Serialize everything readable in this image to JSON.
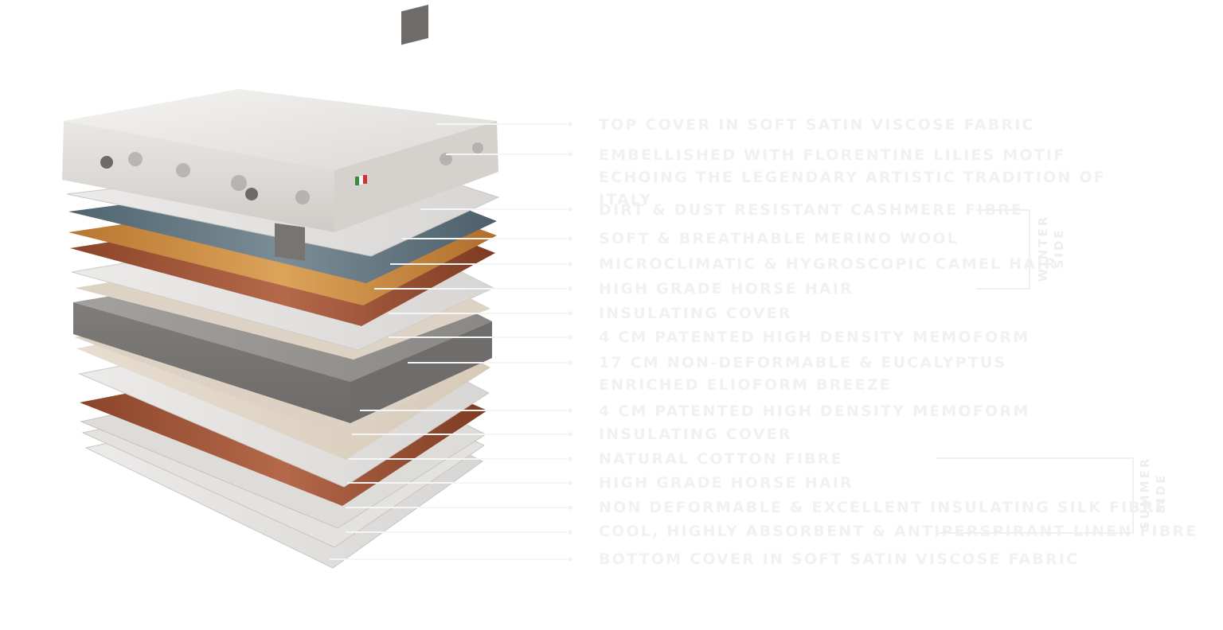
{
  "layers": [
    {
      "label": "TOP COVER IN SOFT SATIN VISCOSE FABRIC"
    },
    {
      "label": "EMBELLISHED WITH FLORENTINE LILIES MOTIF ECHOING THE LEGENDARY ARTISTIC TRADITION OF ITALY"
    },
    {
      "label": "DIRT & DUST RESISTANT CASHMERE FIBRE"
    },
    {
      "label": "SOFT & BREATHABLE MERINO WOOL"
    },
    {
      "label": "MICROCLIMATIC & HYGROSCOPIC CAMEL HAIR"
    },
    {
      "label": "HIGH GRADE HORSE HAIR"
    },
    {
      "label": "INSULATING COVER"
    },
    {
      "label": "4 CM PATENTED HIGH DENSITY MEMOFORM"
    },
    {
      "label": "17 CM NON-DEFORMABLE & EUCALYPTUS ENRICHED ELIOFORM BREEZE"
    },
    {
      "label": "4 CM PATENTED HIGH DENSITY MEMOFORM"
    },
    {
      "label": "INSULATING COVER"
    },
    {
      "label": "NATURAL COTTON FIBRE"
    },
    {
      "label": "HIGH GRADE HORSE HAIR"
    },
    {
      "label": "NON DEFORMABLE & EXCELLENT INSULATING SILK FIBRE"
    },
    {
      "label": "COOL, HIGHLY ABSORBENT & ANTIPERSPIRANT LINEN FIBRE"
    },
    {
      "label": "BOTTOM COVER IN SOFT SATIN VISCOSE FABRIC"
    }
  ],
  "sides": {
    "winter": "WINTER SIDE",
    "summer": "SUMMER SIDE"
  },
  "colors": {
    "label_text": "#f1f1f1",
    "cashmere": "#5f7480",
    "wool": "#c98a3f",
    "horse_hair": "#a0573a",
    "foam": "#8f8d8b",
    "cover": "#e6e1dc"
  }
}
